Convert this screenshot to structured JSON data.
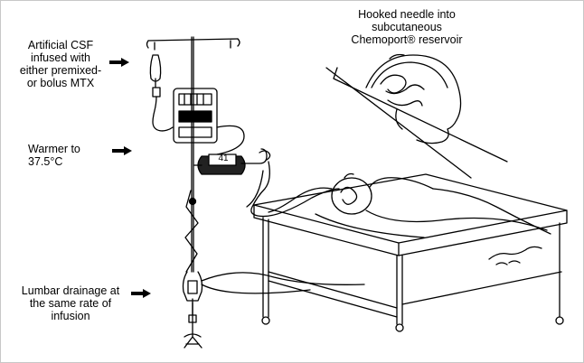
{
  "labels": {
    "csf": "Artificial CSF\ninfused with\neither premixed-\nor bolus MTX",
    "warmer": "Warmer to\n37.5°C",
    "lumbar": "Lumbar drainage at\nthe same rate of\ninfusion",
    "needle": "Hooked needle into\nsubcutaneous\nChemoport® reservoir"
  },
  "warmer_display": "41"
}
